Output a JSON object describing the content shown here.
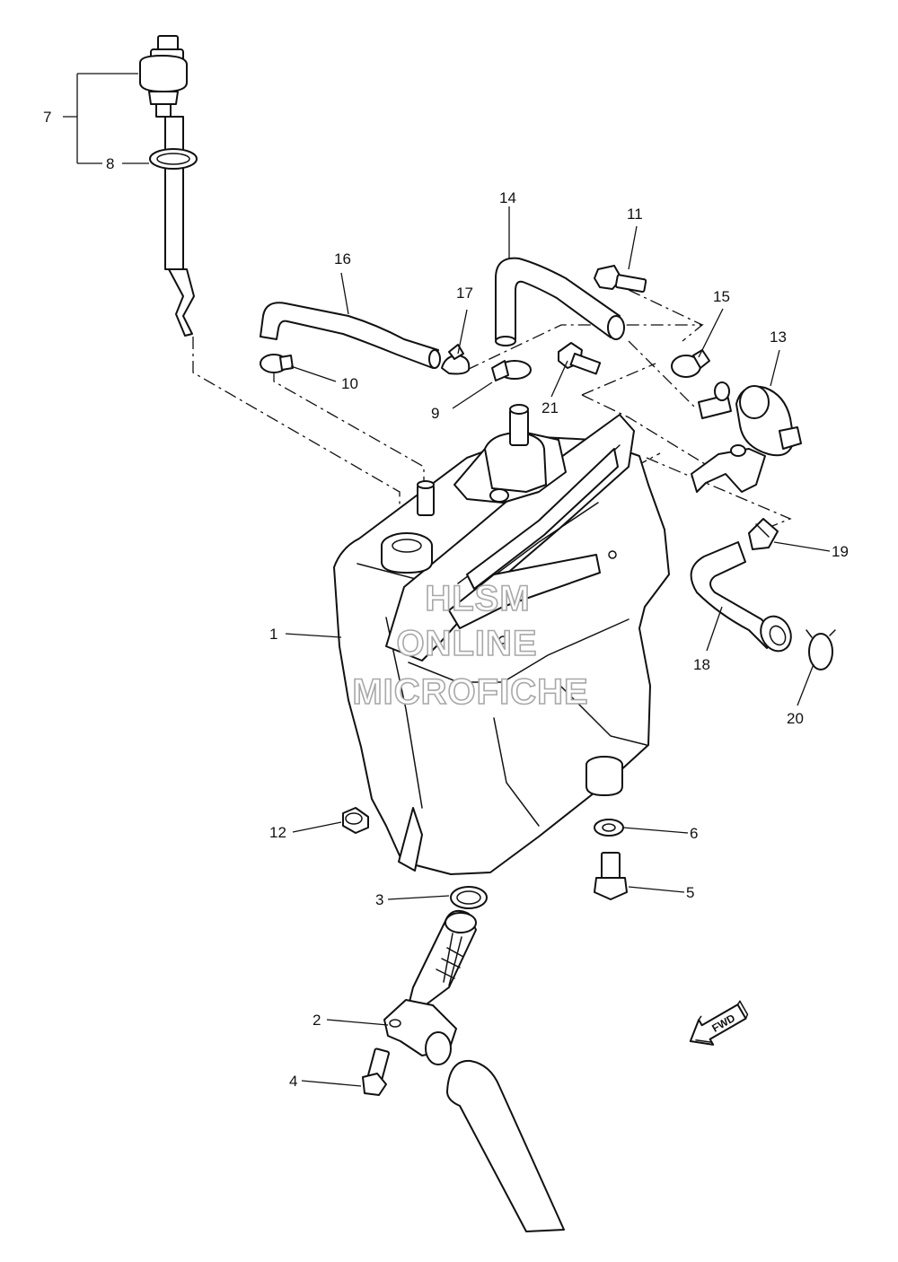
{
  "callouts": [
    {
      "id": "1",
      "label": "1"
    },
    {
      "id": "2",
      "label": "2"
    },
    {
      "id": "3",
      "label": "3"
    },
    {
      "id": "4",
      "label": "4"
    },
    {
      "id": "5",
      "label": "5"
    },
    {
      "id": "6",
      "label": "6"
    },
    {
      "id": "7",
      "label": "7"
    },
    {
      "id": "8",
      "label": "8"
    },
    {
      "id": "9",
      "label": "9"
    },
    {
      "id": "10",
      "label": "10"
    },
    {
      "id": "11",
      "label": "11"
    },
    {
      "id": "12",
      "label": "12"
    },
    {
      "id": "13",
      "label": "13"
    },
    {
      "id": "14",
      "label": "14"
    },
    {
      "id": "15",
      "label": "15"
    },
    {
      "id": "16",
      "label": "16"
    },
    {
      "id": "17",
      "label": "17"
    },
    {
      "id": "18",
      "label": "18"
    },
    {
      "id": "19",
      "label": "19"
    },
    {
      "id": "20",
      "label": "20"
    },
    {
      "id": "21",
      "label": "21"
    }
  ],
  "watermark": {
    "line1": "HLSM",
    "line2": "ONLINE",
    "line3": "MICROFICHE"
  },
  "direction_arrow": {
    "label": "FWD",
    "icon": "fwd-arrow-icon"
  },
  "colors": {
    "line": "#111111",
    "watermark_outline": "#a8a8a8",
    "background": "#ffffff"
  }
}
